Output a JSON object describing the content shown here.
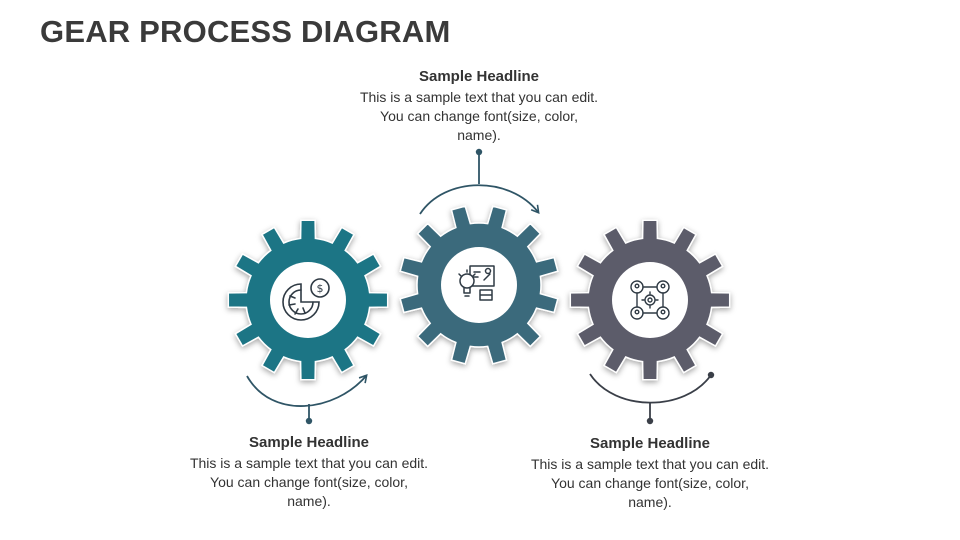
{
  "title": "GEAR PROCESS DIAGRAM",
  "colors": {
    "gear_teal": "#1c7585",
    "gear_slate": "#3b6a7c",
    "gear_gray": "#5b5c6a",
    "icon_stroke": "#2f3a44",
    "arrow": "#2f5566"
  },
  "steps": [
    {
      "headline": "Sample Headline",
      "body": "This is a sample text that you can edit. You can change font(size, color, name).",
      "icon": "finance-chart-icon"
    },
    {
      "headline": "Sample Headline",
      "body": "This is a sample text that you can edit. You can change font(size, color, name).",
      "icon": "idea-presentation-icon"
    },
    {
      "headline": "Sample Headline",
      "body": "This is a sample text that you can edit. You can change font(size, color, name).",
      "icon": "team-network-icon"
    }
  ]
}
